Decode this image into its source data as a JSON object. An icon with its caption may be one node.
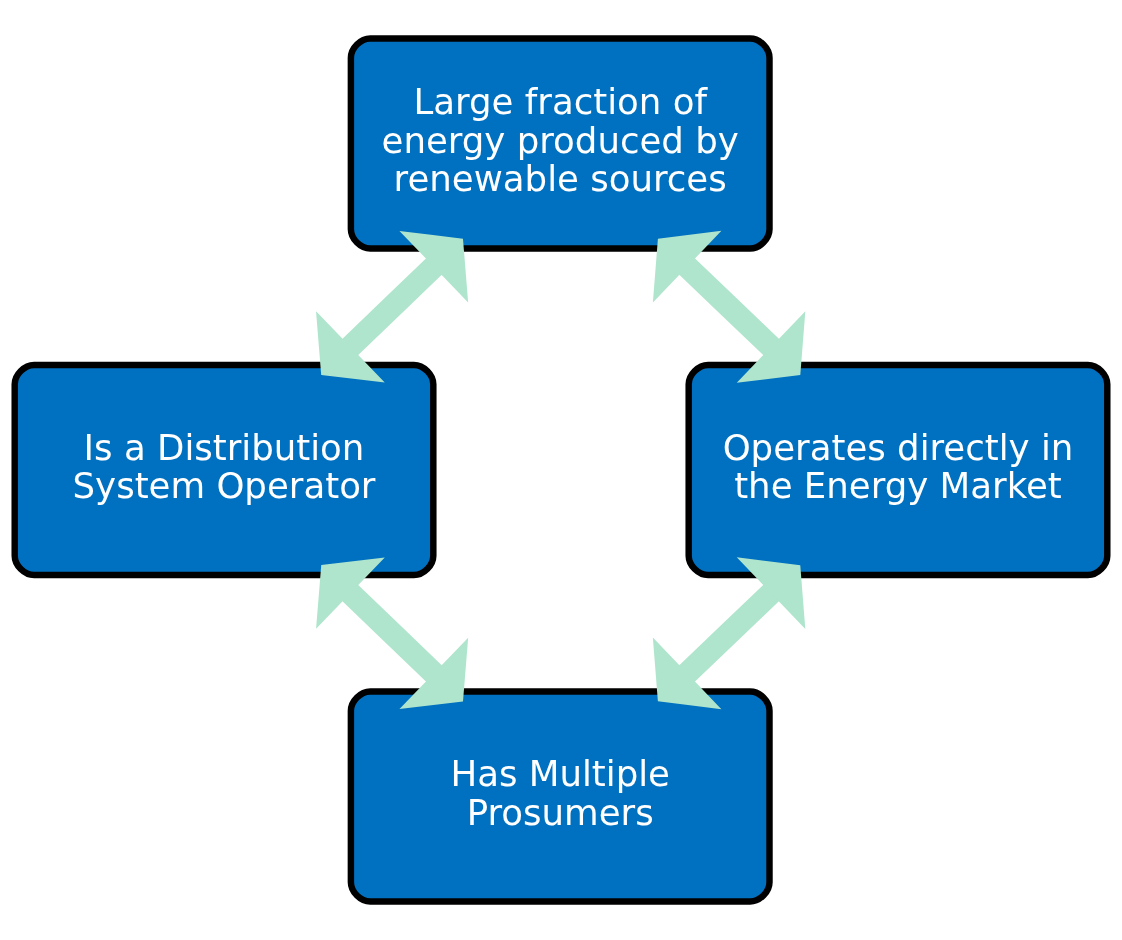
{
  "diagram": {
    "nodes": [
      {
        "text": [
          "Large fraction of energy produced by renewable sources"
        ]
      },
      {
        "text": [
          "Is a Distribution System Operator"
        ]
      },
      {
        "text": [
          "Operates directly in the Energy Market"
        ]
      },
      {
        "text": [
          "Has Multiple Prosumers"
        ]
      }
    ],
    "edges": [
      {
        "from": 0,
        "to": 1,
        "arrow": "both"
      },
      {
        "from": 0,
        "to": 2,
        "arrow": "both"
      },
      {
        "from": 1,
        "to": 3,
        "arrow": "both"
      },
      {
        "from": 2,
        "to": 3,
        "arrow": "both"
      }
    ]
  }
}
